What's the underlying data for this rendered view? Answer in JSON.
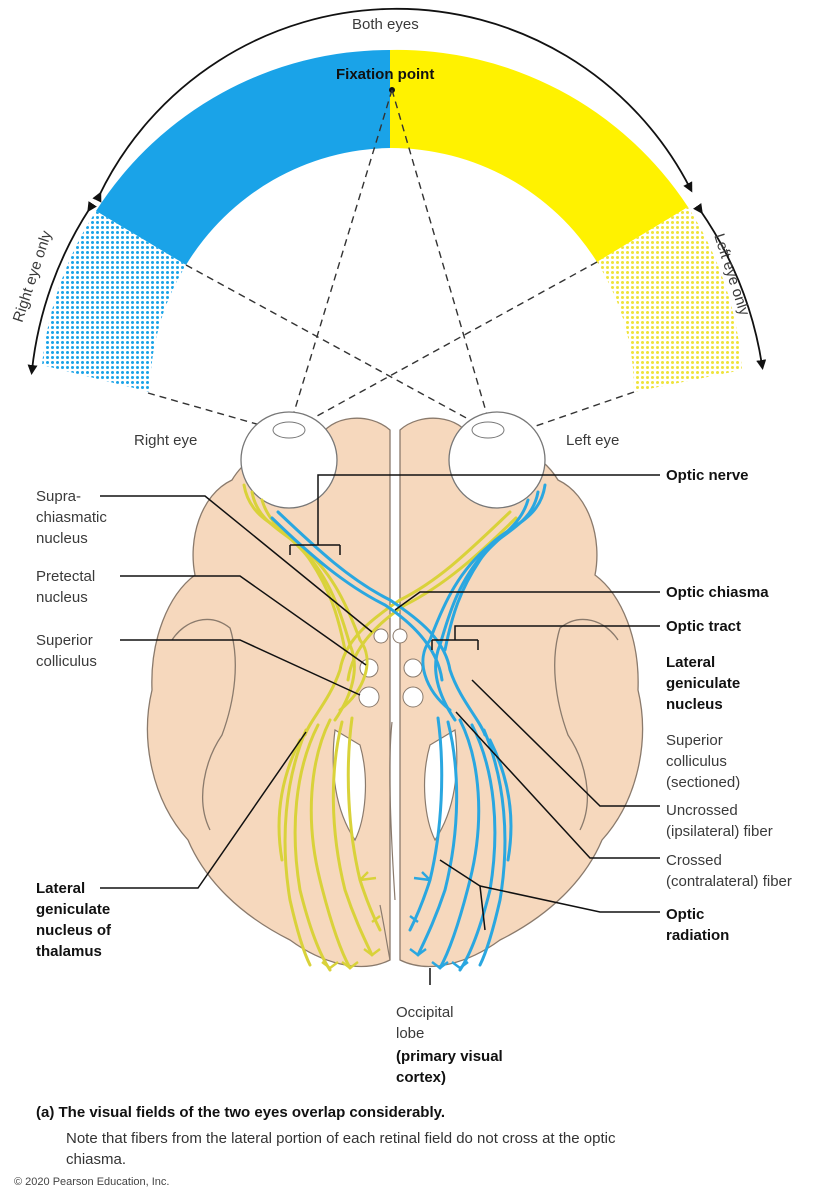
{
  "field": {
    "both_eyes": "Both eyes",
    "fixation_point": "Fixation point",
    "right_eye_only": "Right eye only",
    "left_eye_only": "Left eye only"
  },
  "eyes": {
    "right": "Right eye",
    "left": "Left eye"
  },
  "labels": {
    "optic_nerve": "Optic nerve",
    "suprachiasmatic": [
      "Supra-",
      "chiasmatic",
      "nucleus"
    ],
    "pretectal": [
      "Pretectal",
      "nucleus"
    ],
    "superior_colliculus": [
      "Superior",
      "colliculus"
    ],
    "optic_chiasma": "Optic chiasma",
    "optic_tract": "Optic tract",
    "lgn": [
      "Lateral",
      "geniculate",
      "nucleus"
    ],
    "sc_sectioned": [
      "Superior",
      "colliculus",
      "(sectioned)"
    ],
    "uncrossed": [
      "Uncrossed",
      "(ipsilateral) fiber"
    ],
    "crossed": [
      "Crossed",
      "(contralateral) fiber"
    ],
    "optic_radiation": [
      "Optic",
      "radiation"
    ],
    "lgn_thalamus": [
      "Lateral",
      "geniculate",
      "nucleus of",
      "thalamus"
    ],
    "occipital": [
      "Occipital",
      "lobe"
    ],
    "primary_visual": [
      "(primary visual",
      "cortex)"
    ]
  },
  "caption": {
    "title": "(a) The visual fields of the two eyes overlap considerably.",
    "note": "Note that fibers from the lateral portion of each retinal field do not cross at the optic chiasma."
  },
  "copyright": "© 2020 Pearson Education, Inc.",
  "colors": {
    "right_field": "#1aa3e8",
    "left_field": "#fff200",
    "brain": "#f6d8bd",
    "brain_outline": "#8a7a6c",
    "yellow_fiber": "#d9d23a",
    "blue_fiber": "#2aa7e0"
  }
}
